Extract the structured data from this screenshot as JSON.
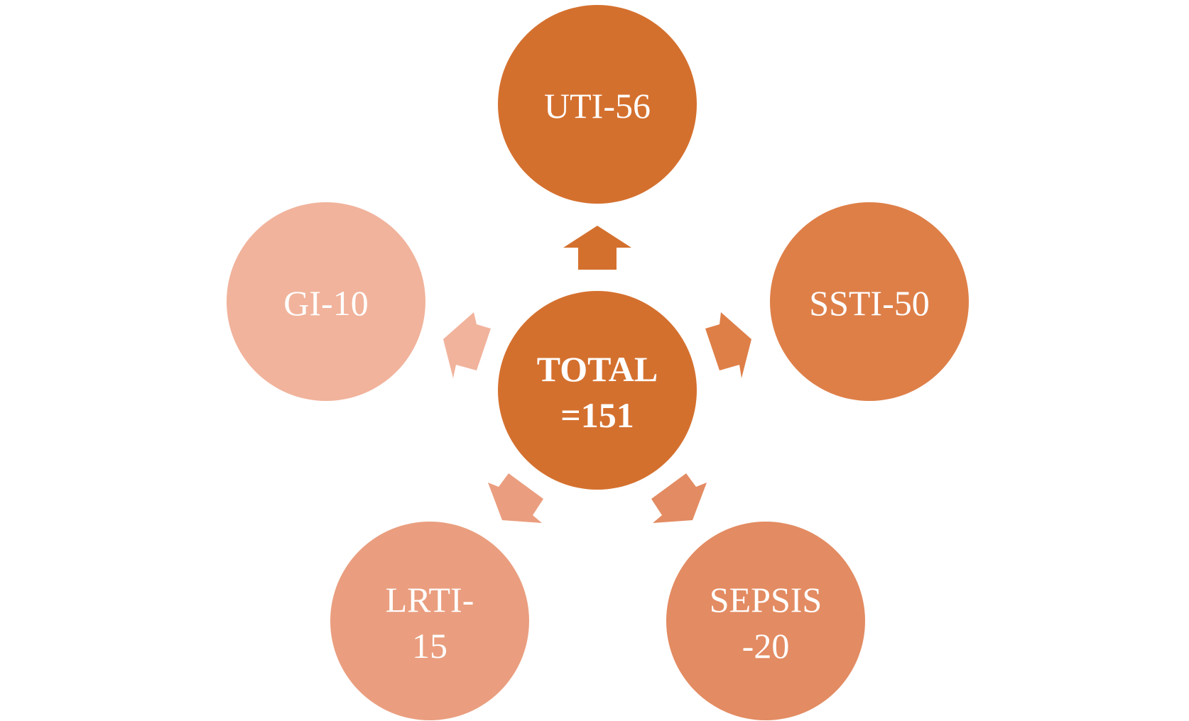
{
  "diagram": {
    "center": {
      "lines": [
        "TOTAL",
        "=151"
      ],
      "color": "#D4702E"
    },
    "nodes": [
      {
        "id": "uti",
        "lines": [
          "UTI-56"
        ],
        "color": "#D4702E"
      },
      {
        "id": "ssti",
        "lines": [
          "SSTI-50"
        ],
        "color": "#DE7F48"
      },
      {
        "id": "sepsis",
        "lines": [
          "SEPSIS",
          "-20"
        ],
        "color": "#E38B62"
      },
      {
        "id": "lrti",
        "lines": [
          "LRTI-",
          "15"
        ],
        "color": "#EA9E7F"
      },
      {
        "id": "gi",
        "lines": [
          "GI-10"
        ],
        "color": "#F1B39C"
      }
    ]
  }
}
